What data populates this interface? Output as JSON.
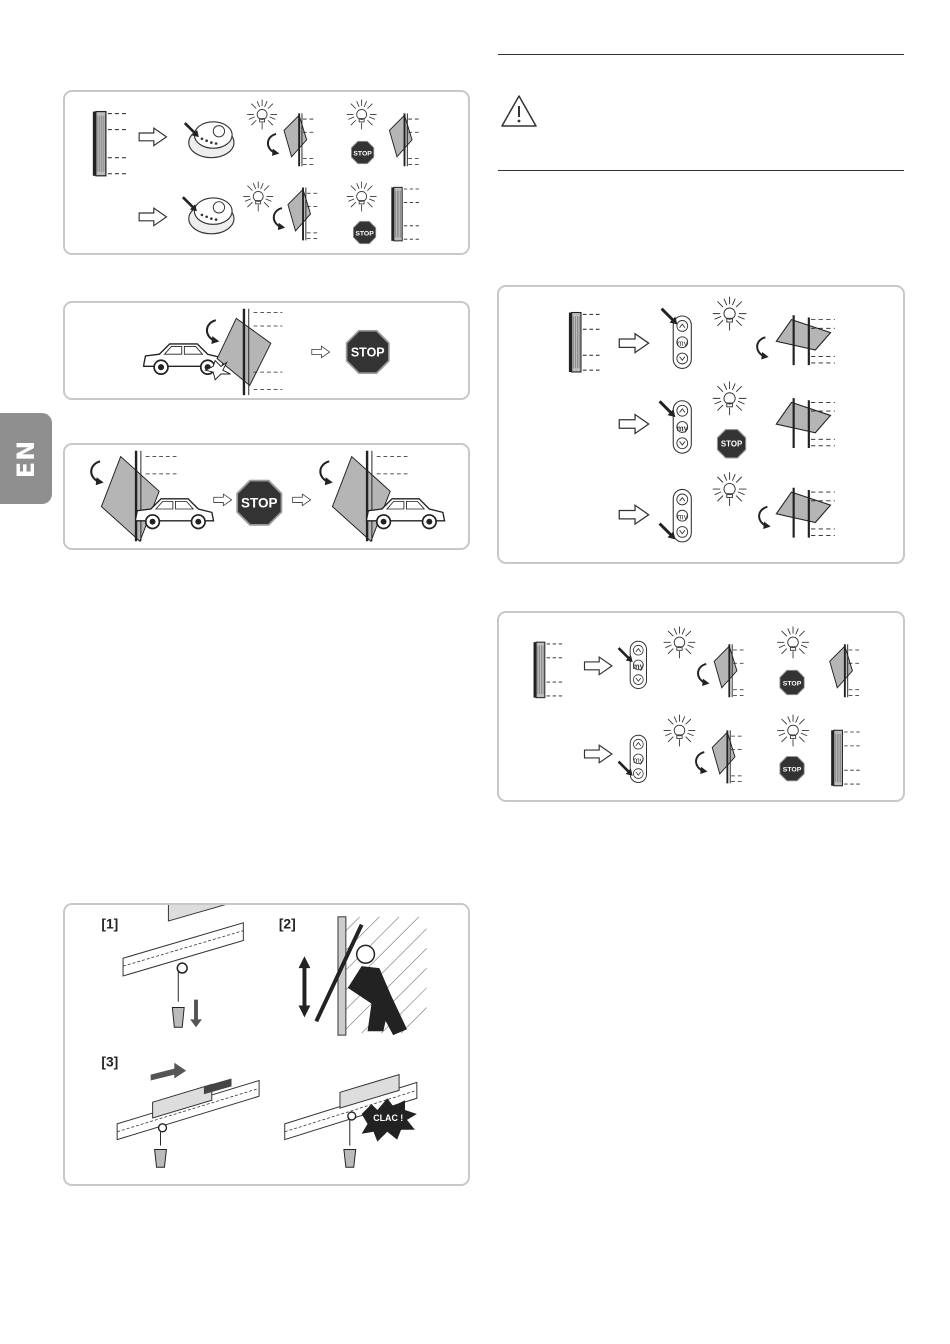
{
  "language_tab": "EN",
  "stop_label": "STOP",
  "step_labels": [
    "[1]",
    "[2]",
    "[3]"
  ],
  "clac_label": "CLAC !",
  "keypad_my_label": "my",
  "colors": {
    "panel_border": "#c8c8c8",
    "tab_grey": "#8f8f8f",
    "stop_fill": "#333333",
    "door_fill": "#b5b5b5"
  },
  "icons": [
    "warning-triangle-icon",
    "light-flash-icon",
    "stop-sign-icon",
    "remote-control-icon",
    "arrow-right-icon"
  ]
}
